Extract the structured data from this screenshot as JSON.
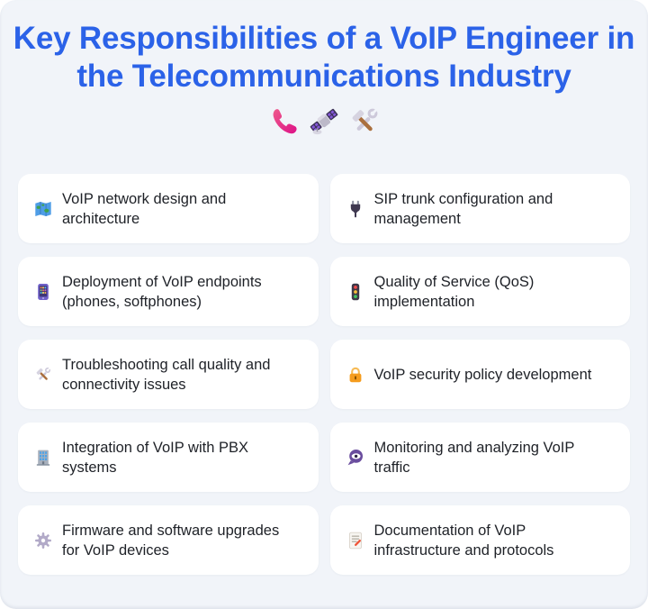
{
  "page": {
    "title": "Key Responsibilities of a VoIP Engineer in the Telecommunications Industry",
    "colors": {
      "background": "#f1f4f9",
      "card_background": "#ffffff",
      "title_text": "#2b62e8",
      "card_text": "#1e2127"
    }
  },
  "header": {
    "icons": [
      {
        "name": "telephone-receiver-icon"
      },
      {
        "name": "satellite-icon"
      },
      {
        "name": "hammer-and-wrench-icon"
      }
    ]
  },
  "cards": [
    {
      "icon": "world-map-icon",
      "text": "VoIP network design and architecture"
    },
    {
      "icon": "electric-plug-icon",
      "text": "SIP trunk configuration and management"
    },
    {
      "icon": "mobile-phone-icon",
      "text": "Deployment of VoIP endpoints (phones, softphones)"
    },
    {
      "icon": "traffic-light-icon",
      "text": "Quality of Service (QoS) implementation"
    },
    {
      "icon": "hammer-wrench-icon",
      "text": "Troubleshooting call quality and connectivity issues"
    },
    {
      "icon": "lock-icon",
      "text": "VoIP security policy development"
    },
    {
      "icon": "office-building-icon",
      "text": "Integration of VoIP with PBX systems"
    },
    {
      "icon": "eye-in-speech-bubble-icon",
      "text": "Monitoring and analyzing VoIP traffic"
    },
    {
      "icon": "gear-icon",
      "text": "Firmware and software upgrades for VoIP devices"
    },
    {
      "icon": "memo-icon",
      "text": "Documentation of VoIP infrastructure and protocols"
    }
  ]
}
